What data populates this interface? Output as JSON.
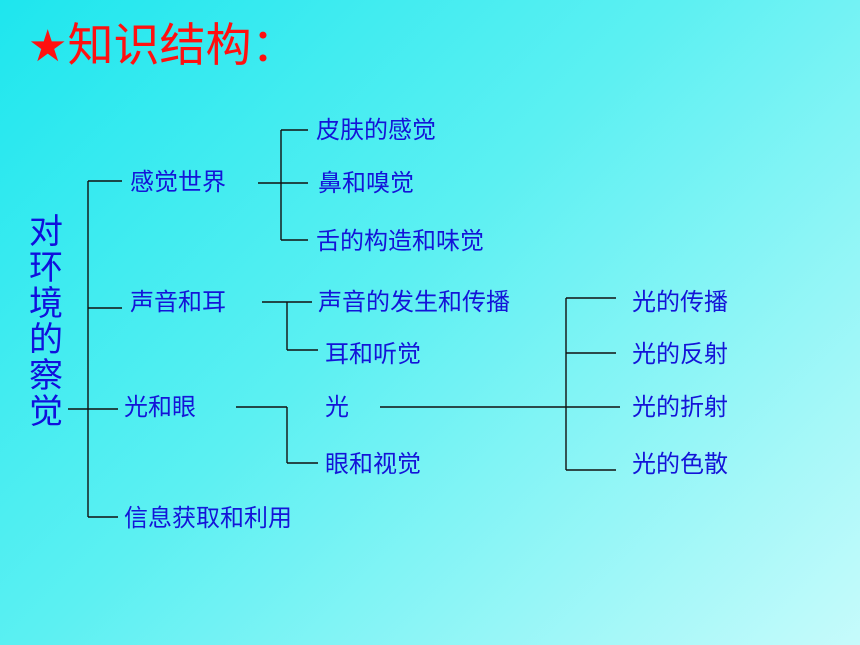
{
  "title": {
    "star": "★",
    "text": "知识结构："
  },
  "root": {
    "chars": [
      "对",
      "环",
      "境",
      "的",
      "察",
      "觉"
    ]
  },
  "branches": {
    "feeling": {
      "label": "感觉世界",
      "children": [
        "皮肤的感觉",
        "鼻和嗅觉",
        "舌的构造和味觉"
      ]
    },
    "sound": {
      "label": "声音和耳",
      "children": [
        "声音的发生和传播",
        "耳和听觉"
      ]
    },
    "light": {
      "label": "光和眼",
      "children": [
        "光",
        "眼和视觉"
      ],
      "light_children": [
        "光的传播",
        "光的反射",
        "光的折射",
        "光的色散"
      ]
    },
    "info": {
      "label": "信息获取和利用"
    }
  }
}
